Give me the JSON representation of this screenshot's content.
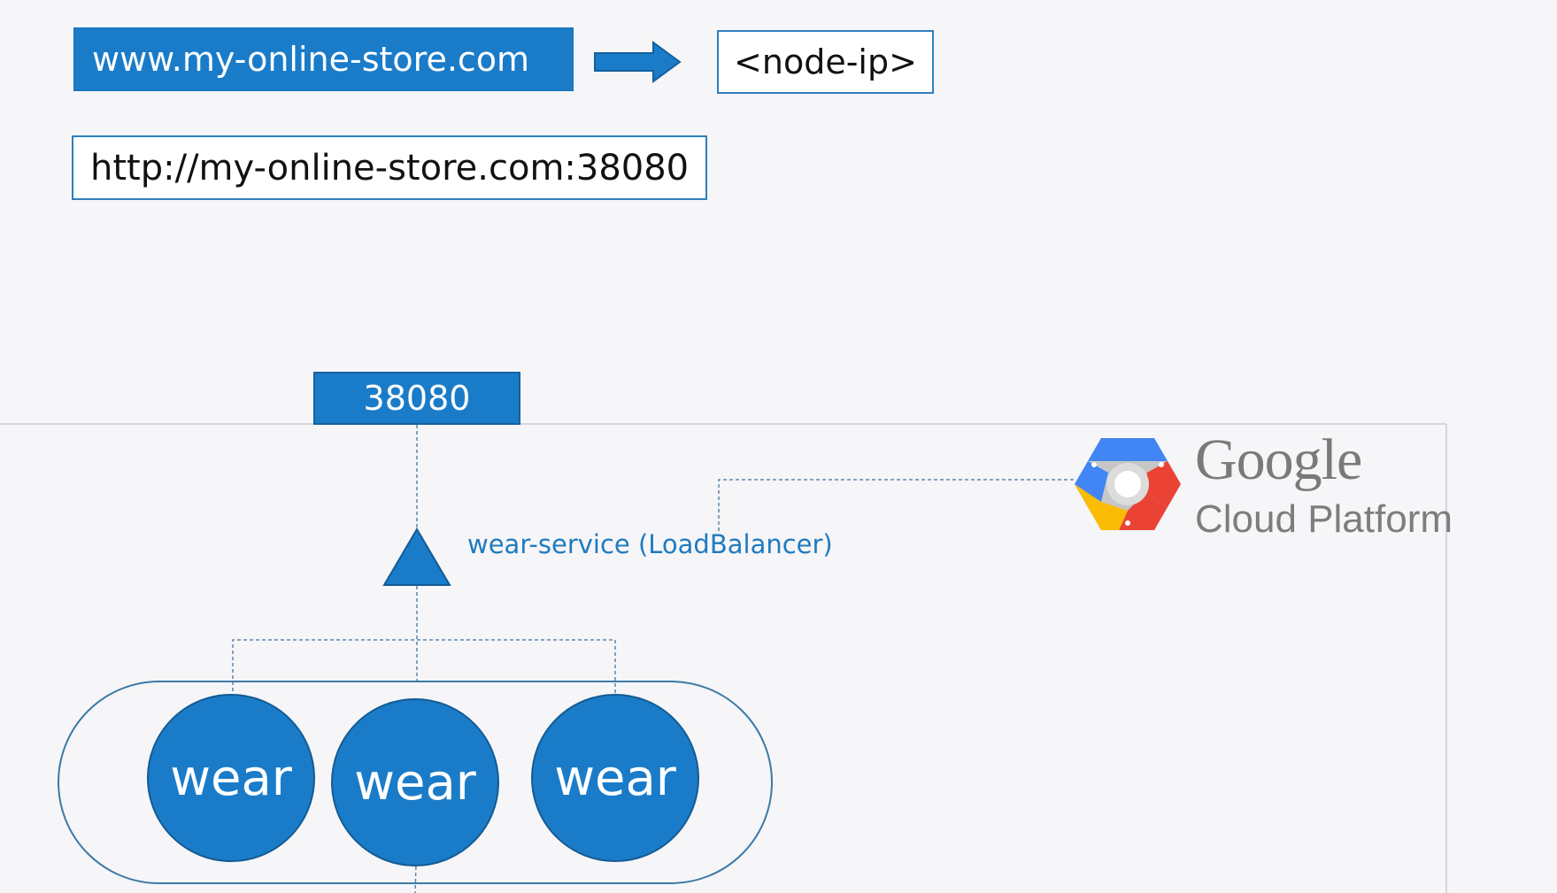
{
  "dns": {
    "domain": "www.my-online-store.com",
    "node_ip": "<node-ip>",
    "url": "http://my-online-store.com:38080"
  },
  "service": {
    "port": "38080",
    "label": "wear-service (LoadBalancer)"
  },
  "pods": [
    {
      "label": "wear"
    },
    {
      "label": "wear"
    },
    {
      "label": "wear"
    }
  ],
  "cloud": {
    "brand": "Google",
    "product": "Cloud Platform",
    "colors": {
      "blue": "#4285f4",
      "red": "#ea4335",
      "yellow": "#fbbc05",
      "gray": "#c6c6c6"
    }
  },
  "colors": {
    "accent": "#1a7cc9",
    "border": "#2f7fbe",
    "label": "#1f7bbf",
    "connector": "#3a6e96"
  },
  "icons": {
    "arrow": "right-arrow-icon",
    "service": "triangle-service-icon",
    "gcp": "gcp-hexagon-icon"
  }
}
